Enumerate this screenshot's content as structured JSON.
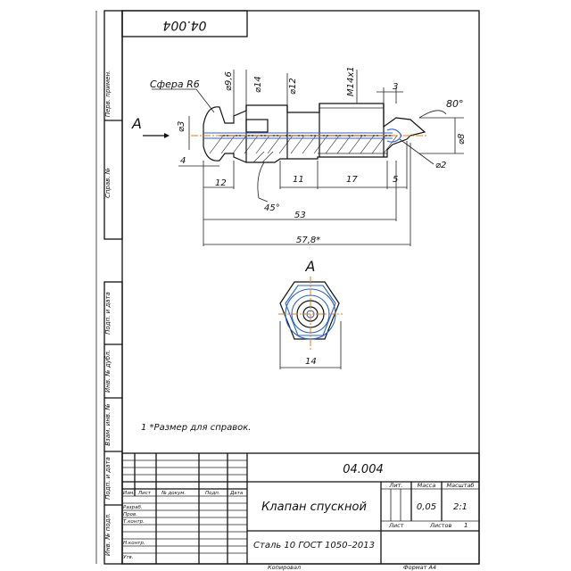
{
  "top_code": "04.004",
  "side_labels": {
    "perv_primen": "Перв. примен.",
    "sprav_no": "Справ. №",
    "podp_data_1": "Подп. и дата",
    "inv_dubl": "Инв. № дубл.",
    "vzam_inv": "Взам. инв. №",
    "podp_data_2": "Подп. и дата",
    "inv_podl": "Инв. № подл."
  },
  "dimensions": {
    "sphere": "Сфера R6",
    "d9_6": "⌀9,6",
    "d14": "⌀14",
    "d12": "⌀12",
    "m14": "M14x1",
    "three": "3",
    "eighty": "80°",
    "d3": "⌀3",
    "d8": "⌀8",
    "d2": "⌀2",
    "four": "4",
    "twelve": "12",
    "eleven": "11",
    "seventeen": "17",
    "five": "5",
    "fortyfive": "45°",
    "fiftythree": "53",
    "total": "57,8*"
  },
  "view_label": "A",
  "view_arrow_label": "A",
  "view_width": "14",
  "note": "1  *Размер для справок.",
  "title_block": {
    "code": "04.004",
    "name": "Клапан спускной",
    "material": "Сталь 10  ГОСТ 1050–2013",
    "hdr_lit": "Лит.",
    "hdr_massa": "Масса",
    "hdr_masshtab": "Масштаб",
    "massa": "0,05",
    "masshtab": "2:1",
    "list_label": "Лист",
    "listov_label": "Листов",
    "listov_value": "1",
    "col_izm": "Изм.",
    "col_list": "Лист",
    "col_doc": "№ докум.",
    "col_podp": "Подп.",
    "col_data": "Дата",
    "row_razrab": "Разраб.",
    "row_prov": "Пров.",
    "row_tkontr": "Т.контр.",
    "row_nkontr": "Н.контр.",
    "row_utv": "Утв."
  },
  "footer": {
    "kopiroval": "Копировал",
    "format": "Формат  A4"
  }
}
